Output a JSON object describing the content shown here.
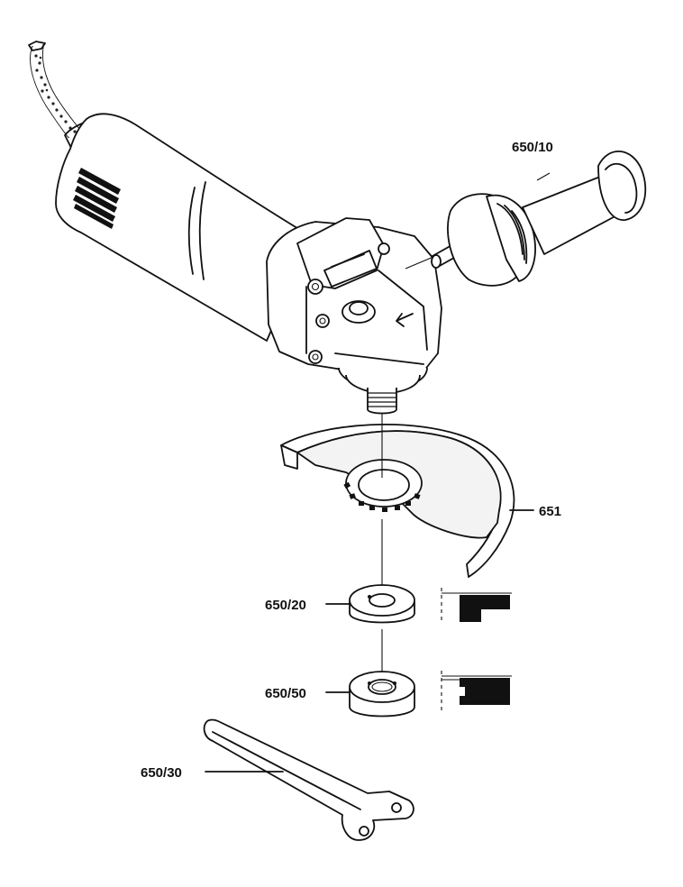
{
  "parts": [
    {
      "id": "side_handle",
      "label": "650/10"
    },
    {
      "id": "guard",
      "label": "651"
    },
    {
      "id": "inner_flange",
      "label": "650/20"
    },
    {
      "id": "clamp_nut",
      "label": "650/50"
    },
    {
      "id": "spanner",
      "label": "650/30"
    }
  ],
  "colors": {
    "line": "#111111",
    "background": "#ffffff"
  }
}
